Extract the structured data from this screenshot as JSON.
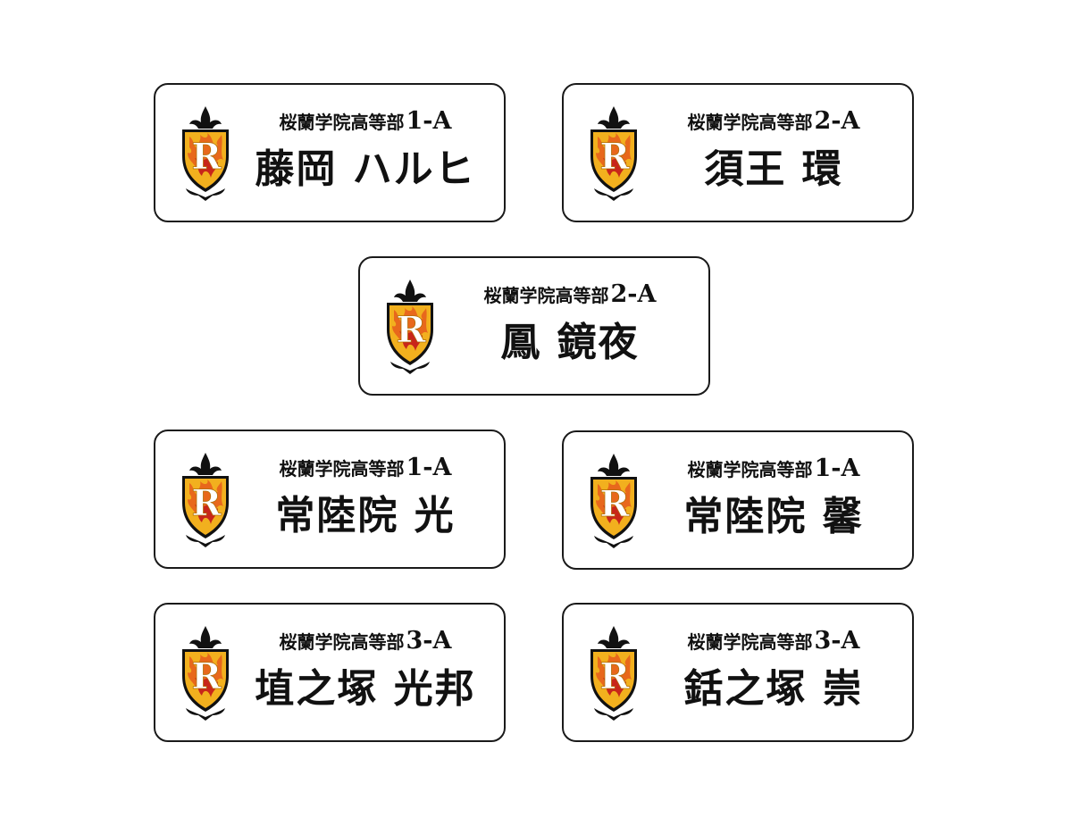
{
  "badges": [
    {
      "school": "桜蘭学院高等部",
      "class": "1-A",
      "name": "藤岡 ハルヒ"
    },
    {
      "school": "桜蘭学院高等部",
      "class": "2-A",
      "name": "須王 環"
    },
    {
      "school": "桜蘭学院高等部",
      "class": "2-A",
      "name": "鳳 鏡夜"
    },
    {
      "school": "桜蘭学院高等部",
      "class": "1-A",
      "name": "常陸院 光"
    },
    {
      "school": "桜蘭学院高等部",
      "class": "1-A",
      "name": "常陸院 馨"
    },
    {
      "school": "桜蘭学院高等部",
      "class": "3-A",
      "name": "埴之塚 光邦"
    },
    {
      "school": "桜蘭学院高等部",
      "class": "3-A",
      "name": "銛之塚 崇"
    }
  ],
  "crest": {
    "icon": "ouran-crest-icon",
    "letter": "R",
    "colors": {
      "gold": "#f2b01e",
      "orange": "#e8681c",
      "black": "#111111",
      "red": "#c8261a"
    }
  }
}
